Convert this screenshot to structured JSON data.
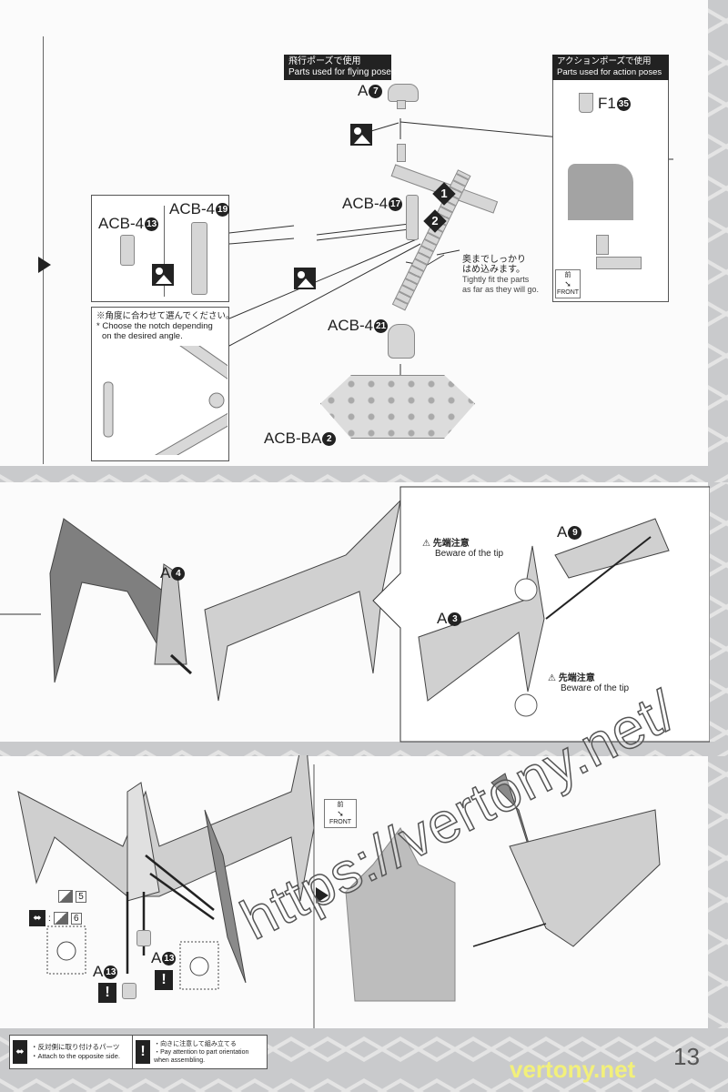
{
  "page_number": "13",
  "flying": {
    "jp": "飛行ポーズで使用",
    "en": "Parts used for flying poses"
  },
  "action": {
    "jp": "アクションポーズで使用",
    "en": "Parts used for action poses"
  },
  "parts": {
    "a7": {
      "letter": "A",
      "num": "7"
    },
    "f135": {
      "letter": "F1",
      "num": "35"
    },
    "acb4_17": {
      "letter": "ACB-4",
      "num": "17"
    },
    "acb4_13": {
      "letter": "ACB-4",
      "num": "13"
    },
    "acb4_19": {
      "letter": "ACB-4",
      "num": "19"
    },
    "acb4_21": {
      "letter": "ACB-4",
      "num": "21"
    },
    "acbba2": {
      "letter": "ACB-BA",
      "num": "2"
    },
    "a4": {
      "letter": "A",
      "num": "4"
    },
    "a9": {
      "letter": "A",
      "num": "9"
    },
    "a3": {
      "letter": "A",
      "num": "3"
    },
    "a13_left": {
      "letter": "A",
      "num": "13"
    },
    "a13_right": {
      "letter": "A",
      "num": "13"
    }
  },
  "steps": [
    "1",
    "2"
  ],
  "fit_note": {
    "jp1": "奥までしっかり",
    "jp2": "はめ込みます。",
    "en1": "Tightly fit the parts",
    "en2": "as far as they will go."
  },
  "notch_note": {
    "jp": "※角度に合わせて選んでください。",
    "en1": "* Choose the notch depending",
    "en2": "on the desired angle."
  },
  "front": {
    "jp": "前",
    "en": "FRONT"
  },
  "caution": {
    "jp": "先端注意",
    "en": "Beware of the tip"
  },
  "options": [
    "5",
    "6"
  ],
  "legend": [
    {
      "icon": "opposite-side-icon",
      "jp": "・反対側に取り付けるパーツ",
      "en": "・Attach to the opposite side."
    },
    {
      "icon": "exclamation-icon",
      "jp": "・向きに注意して組み立てる",
      "en1": "・Pay attention to part orientation",
      "en2": "when assembling."
    }
  ],
  "watermark": "https://vertony.net/",
  "watermark_corner": "vertony.net",
  "colors": {
    "watermark_corner": "#f2f07a",
    "header_bg": "#222222",
    "frame_bg": "#c9cacc"
  }
}
